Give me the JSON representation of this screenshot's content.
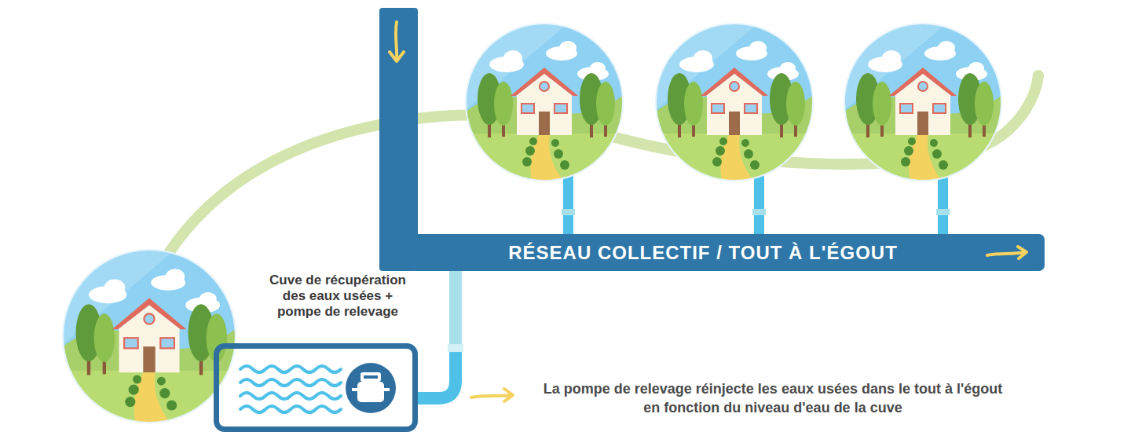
{
  "diagram": {
    "nodes": [
      {
        "text": [
          "RÉSEAU COLLECTIF / TOUT À L'ÉGOUT"
        ]
      },
      {
        "text": [
          "Cuve de récupération des eaux usées + pompe de relevage"
        ]
      }
    ],
    "edges": [
      {
        "from": 1,
        "to": 0,
        "arrow": "none"
      }
    ],
    "labels": [
      "La pompe de relevage réinjecte les eaux usées dans le tout à l'égout en fonction du niveau d'eau de la cuve"
    ]
  }
}
